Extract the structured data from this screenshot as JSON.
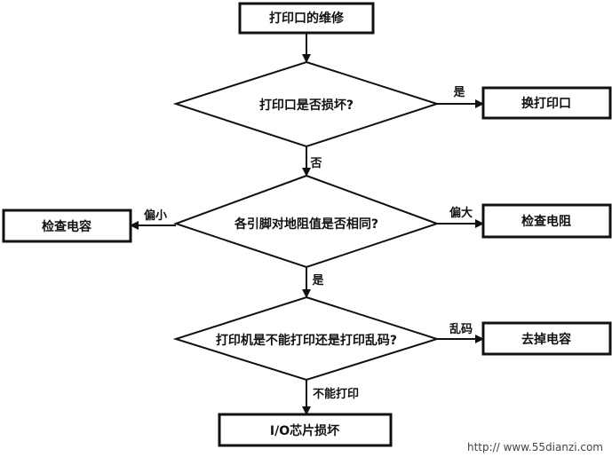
{
  "flowchart": {
    "start": "打印口的维修",
    "decision1": "打印口是否损坏?",
    "decision1_yes_label": "是",
    "decision1_no_label": "否",
    "action_replace_port": "换打印口",
    "decision2": "各引脚对地阻值是否相同?",
    "decision2_low_label": "偏小",
    "decision2_high_label": "偏大",
    "decision2_same_label": "是",
    "action_check_capacitor": "检查电容",
    "action_check_resistor": "检查电阻",
    "decision3": "打印机是不能打印还是打印乱码?",
    "decision3_garbled_label": "乱码",
    "decision3_noprint_label": "不能打印",
    "action_remove_capacitor": "去掉电容",
    "action_io_chip": "I/O芯片损坏"
  },
  "watermark": {
    "left": "http://",
    "url": "www.55dianzi.com"
  }
}
